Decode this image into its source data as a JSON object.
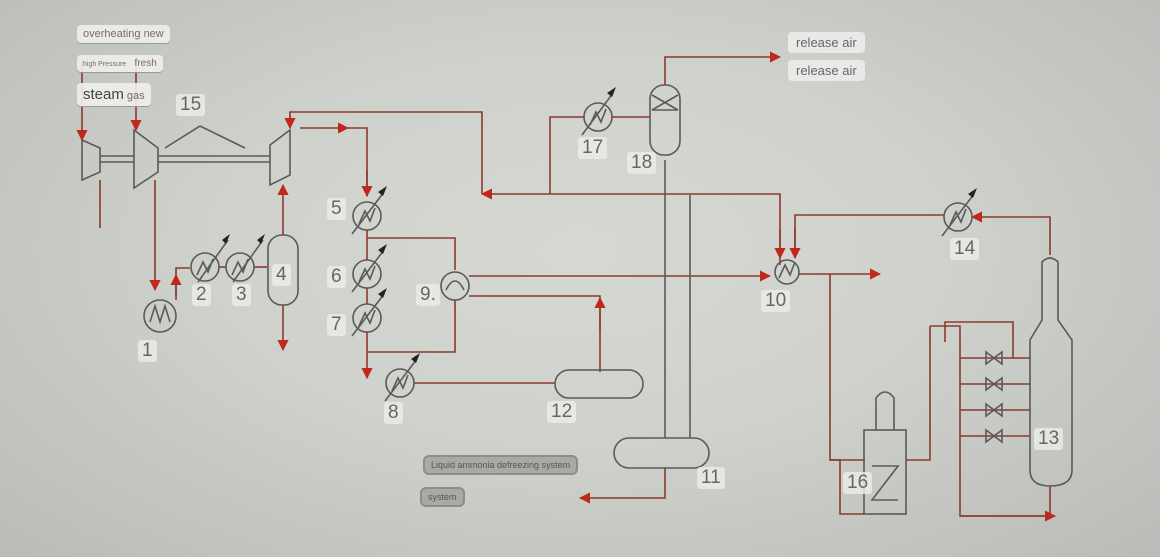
{
  "inlet_labels": {
    "row1": [
      "overheating",
      "new"
    ],
    "row2": [
      "high Pressure",
      "fresh"
    ],
    "row3": [
      "steam",
      "gas"
    ]
  },
  "outlet_labels": [
    "release air",
    "release air"
  ],
  "system_labels": [
    "Liquid ammonia defreezing system",
    "system"
  ],
  "component_numbers": {
    "n1": "1",
    "n2": "2",
    "n3": "3",
    "n4": "4",
    "n5": "5",
    "n6": "6",
    "n7": "7",
    "n8": "8",
    "n9": "9.",
    "n10": "10",
    "n11": "11",
    "n12": "12",
    "n13": "13",
    "n14": "14",
    "n15": "15",
    "n16": "16",
    "n17": "17",
    "n18": "18"
  },
  "colors": {
    "pipe": "#8c3a2c",
    "arrow": "#c0281e",
    "equipment": "#5a5a5a"
  }
}
